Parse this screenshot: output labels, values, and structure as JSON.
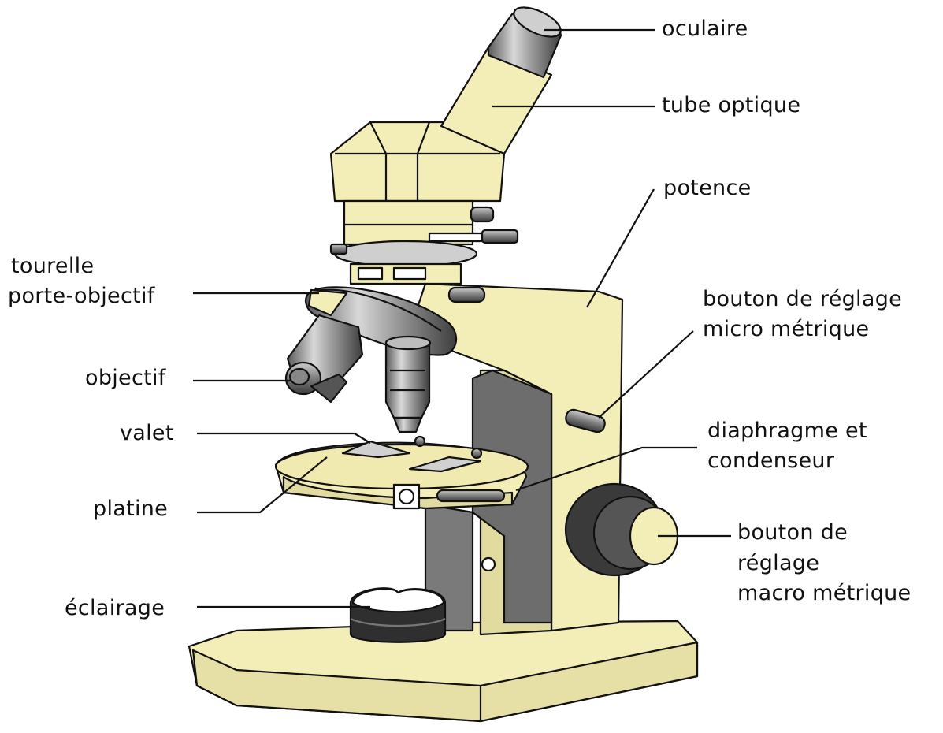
{
  "labels": {
    "oculaire": "oculaire",
    "tube_optique": "tube optique",
    "potence": "potence",
    "tourelle_line1": "tourelle",
    "tourelle_line2": "porte-objectif",
    "bouton_micro_line1": "bouton de réglage",
    "bouton_micro_line2": "micro métrique",
    "objectif": "objectif",
    "valet": "valet",
    "diaphragme_line1": "diaphragme et",
    "diaphragme_line2": "condenseur",
    "platine": "platine",
    "bouton_macro_line1": "bouton de",
    "bouton_macro_line2": "réglage",
    "bouton_macro_line3": "macro métrique",
    "eclairage": "éclairage"
  },
  "colors": {
    "body": "#F3EDB7",
    "body_shade": "#E2DBA0",
    "metal_dark": "#4A4A4A",
    "metal_mid": "#8C8C8C",
    "metal_light": "#D0D0D0",
    "outline": "#111111"
  }
}
